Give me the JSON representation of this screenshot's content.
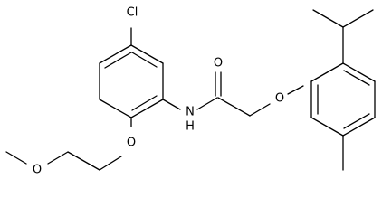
{
  "molecule": {
    "atom_labels": {
      "chlorine": "Cl",
      "amide_nitrogen": "N",
      "amide_hydrogen": "H",
      "carbonyl_oxygen": "O",
      "ether_oxygen_aryloxy": "O",
      "ether_oxygen_ring": "O",
      "ether_oxygen_methoxy": "O"
    },
    "colors": {
      "bond": "#000000",
      "label": "#000000",
      "background": "#ffffff"
    }
  }
}
